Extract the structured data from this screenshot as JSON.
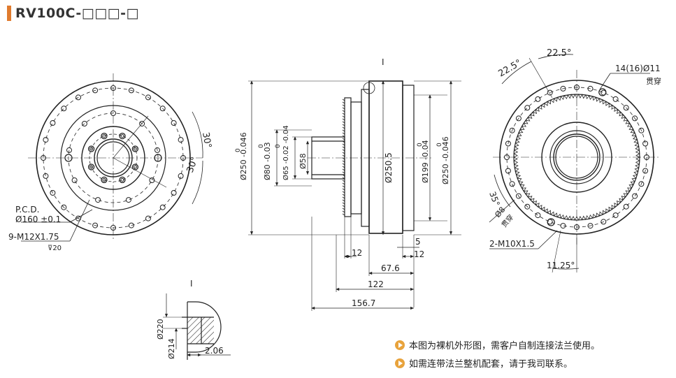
{
  "title": "RV100C-□□□-□",
  "accent_color": "#e07b2e",
  "left_view": {
    "angle_top": "30°",
    "angle_bottom": "30°",
    "pcd_label": "P.C.D.",
    "pcd_value": "Ø160 ±0.1",
    "thread_label": "9-M12X1.75",
    "thread_depth": "⊽20"
  },
  "section_view": {
    "detail_marker": "I",
    "dim_250_046": "Ø250 -0.046",
    "dim_250_046_zero": "0",
    "dim_80": "Ø80 -0.03",
    "dim_80_zero": "0",
    "dim_65": "Ø65 -0.02 -0.04",
    "dim_65_zero": "0",
    "dim_58": "Ø58",
    "dim_250_5": "Ø250.5",
    "dim_199": "Ø199 -0.04",
    "dim_199_zero": "0",
    "dim_250_right": "Ø250 -0.046",
    "dim_250_right_zero": "0",
    "len_12_left": "12",
    "len_5": "5",
    "len_12_right": "12",
    "len_67_6": "67.6",
    "len_122": "122",
    "len_156_7": "156.7"
  },
  "right_view": {
    "angle_a": "22.5°",
    "angle_b": "22.5°",
    "holes_label": "14(16)Ø11",
    "holes_sub": "贯穿",
    "angle_35": "35°",
    "hole_8": "Ø8",
    "hole_8_sub": "贯穿",
    "thread_label": "2-M10X1.5",
    "angle_11_25": "11.25°"
  },
  "detail_view": {
    "marker": "I",
    "dim_220": "Ø220",
    "dim_214": "Ø214",
    "dim_2_06": "2.06"
  },
  "notes": [
    "本图为裸机外形图，需客户自制连接法兰使用。",
    "如需连带法兰整机配套，请于我司联系。"
  ],
  "note_icon": "play-bullet-icon"
}
